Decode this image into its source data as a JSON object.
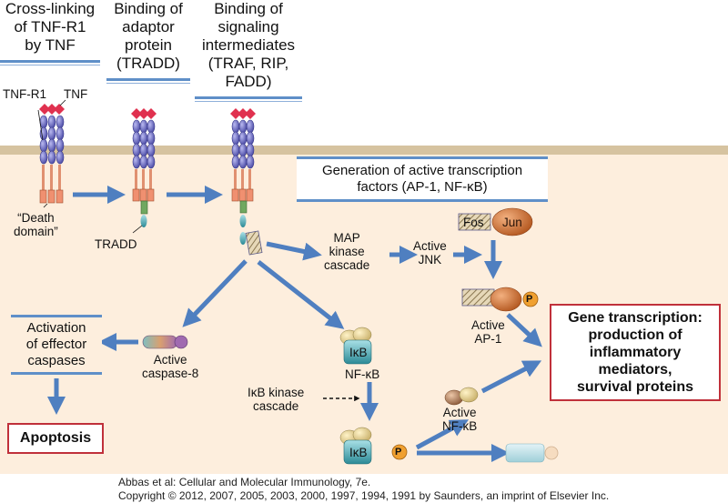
{
  "headers": [
    {
      "text": "Cross-linking\nof TNF-R1\nby TNF"
    },
    {
      "text": "Binding of\nadaptor\nprotein\n(TRADD)"
    },
    {
      "text": "Binding of\nsignaling\nintermediates\n(TRAF, RIP,\nFADD)"
    }
  ],
  "labels": {
    "tnfr1": "TNF-R1",
    "tnf": "TNF",
    "death_domain": "“Death\ndomain”",
    "tradd": "TRADD",
    "map_kinase": "MAP\nkinase\ncascade",
    "active_jnk": "Active\nJNK",
    "fos": "Fos",
    "jun": "Jun",
    "p": "P",
    "active_ap1": "Active\nAP-1",
    "ikb": "IκB",
    "nfkb": "NF-κB",
    "ikb_kinase": "IκB kinase\ncascade",
    "active_nfkb": "Active\nNF-κB",
    "active_caspase8": "Active\ncaspase-8"
  },
  "boxes": {
    "transcription_factors": "Generation of active transcription\nfactors (AP-1, NF-κB)",
    "effector_caspases": "Activation\nof effector\ncaspases",
    "apoptosis": "Apoptosis",
    "gene_transcription": "Gene transcription:\nproduction of\ninflammatory\nmediators,\nsurvival proteins"
  },
  "footer": {
    "line1": "Abbas et al: Cellular and Molecular Immunology, 7e.",
    "line2": "Copyright © 2012, 2007, 2005, 2003, 2000, 1997, 1994, 1991 by Saunders, an imprint of Elsevier Inc."
  },
  "colors": {
    "arrow": "#4f7fc0",
    "cell": "#fdeedd",
    "membrane": "#d9c7a8",
    "receptor": "#6f6fc0",
    "tnf": "#e0314f",
    "red_box": "#c0303a",
    "p": "#f0a030"
  }
}
